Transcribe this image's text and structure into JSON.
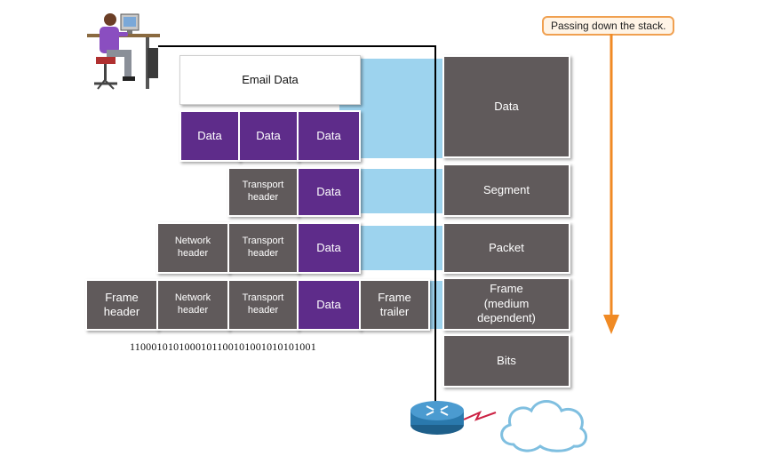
{
  "callout": {
    "text": "Passing down the stack."
  },
  "email": {
    "label": "Email Data"
  },
  "data_row": {
    "labels": [
      "Data",
      "Data",
      "Data"
    ]
  },
  "segment_row": {
    "transport": "Transport\nheader",
    "data": "Data"
  },
  "packet_row": {
    "network": "Network\nheader",
    "transport": "Transport\nheader",
    "data": "Data"
  },
  "frame_row": {
    "frame_header": "Frame\nheader",
    "network": "Network\nheader",
    "transport": "Transport\nheader",
    "data": "Data",
    "frame_trailer": "Frame\ntrailer"
  },
  "bits_text": "1100010101000101100101001010101001",
  "pdu_labels": {
    "data": "Data",
    "segment": "Segment",
    "packet": "Packet",
    "frame": "Frame\n(medium\ndependent)",
    "bits": "Bits"
  },
  "colors": {
    "gray": "#605a5b",
    "purple": "#5e2c8a",
    "band": "#9dd3ee",
    "arrow": "#f08a24",
    "cable": "#000000",
    "serial": "#cc2244"
  },
  "icons": [
    "user-at-computer-icon",
    "router-icon",
    "cloud-icon"
  ]
}
